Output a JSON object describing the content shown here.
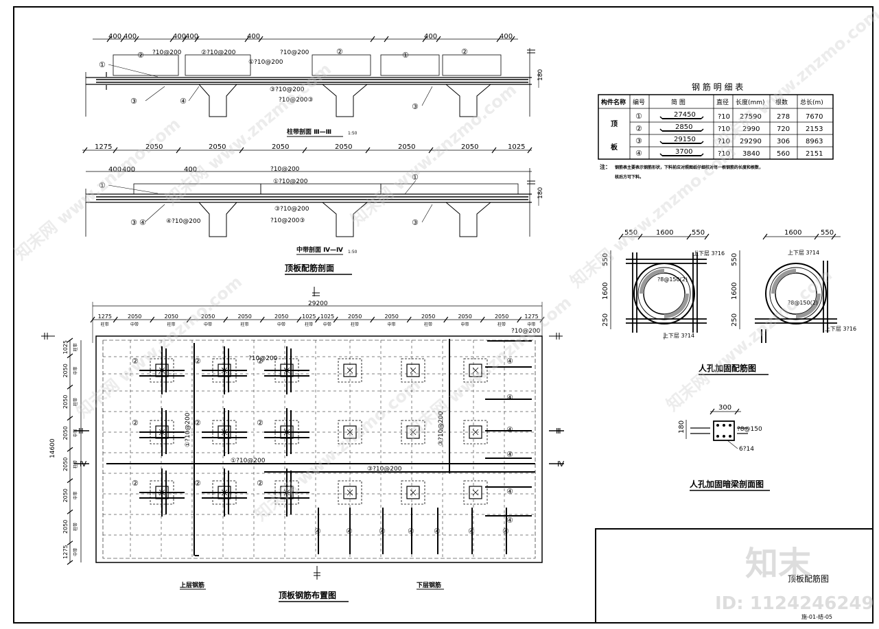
{
  "section_top": {
    "dims_top": [
      "400",
      "400",
      "400",
      "400",
      "400",
      "400",
      "400"
    ],
    "bars": [
      "①",
      "②",
      "?10@200",
      "②?10@200",
      "①?10@200",
      "?10@200",
      "②",
      "①",
      "②",
      "③",
      "④",
      "③?10@200",
      "?10@200③",
      "③"
    ],
    "thickness": "180",
    "title": "柱带剖面 Ⅲ—Ⅲ",
    "scale": "1:50"
  },
  "section_mid": {
    "spans": [
      "1275",
      "2050",
      "2050",
      "2050",
      "2050",
      "2050",
      "2050",
      "1025"
    ],
    "dims_top": [
      "400",
      "400",
      "400"
    ],
    "bars": [
      "?10@200",
      "①?10@200",
      "①",
      "①",
      "③",
      "④",
      "④?10@200",
      "③?10@200",
      "?10@200③",
      "③"
    ],
    "thickness": "180",
    "title": "中带剖面 Ⅳ—Ⅳ",
    "scale": "1:50"
  },
  "section_caption": "顶板配筋剖面",
  "table": {
    "title": "钢 筋 明 细 表",
    "headers": [
      "构件名称",
      "编号",
      "简 图",
      "直径",
      "长度(mm)",
      "根数",
      "总长(m)"
    ],
    "member": [
      "顶",
      "板"
    ],
    "rows": [
      {
        "no": "①",
        "sketch": "27450",
        "dia": "?10",
        "len": "27590",
        "count": "278",
        "total": "7670"
      },
      {
        "no": "②",
        "sketch": "2850",
        "dia": "?10",
        "len": "2990",
        "count": "720",
        "total": "2153"
      },
      {
        "no": "③",
        "sketch": "29150",
        "dia": "?10",
        "len": "29290",
        "count": "306",
        "total": "8963"
      },
      {
        "no": "④",
        "sketch": "3700",
        "dia": "?10",
        "len": "3840",
        "count": "560",
        "total": "2151"
      }
    ],
    "note_label": "注：",
    "note_line1": "钢筋表主要表示钢筋形状，下料前应对照图纸仔细核对每一根钢筋的长度和根数，",
    "note_line2": "核后方可下料。"
  },
  "manhole": {
    "dims_left": [
      "550",
      "1600",
      "550"
    ],
    "dims_right": [
      "1600",
      "550"
    ],
    "side_dims": [
      "550",
      "1600",
      "250"
    ],
    "labels_left": [
      "上下层 3?16",
      "?8@150(2)",
      "上下层 3?14"
    ],
    "labels_right": [
      "上下层 3?14",
      "?8@150(2)",
      "上下层 3?16"
    ],
    "caption": "人孔加固配筋图"
  },
  "beam": {
    "width": "300",
    "height": "180",
    "stirrup": "?8@150",
    "bars": "6?14",
    "caption": "人孔加固暗梁剖面图"
  },
  "plan": {
    "total": "29200",
    "spans": [
      "1275",
      "2050",
      "2050",
      "2050",
      "2050",
      "2050",
      "1025",
      "1025",
      "2050",
      "2050",
      "2050",
      "2050",
      "2050",
      "1275"
    ],
    "strip_labels": [
      "柱带",
      "中带"
    ],
    "side_total": "14600",
    "side_spans": [
      "1025",
      "2050",
      "2050",
      "2050",
      "2050",
      "2050",
      "2050",
      "1275"
    ],
    "cut_labels": [
      "Ⅲ",
      "Ⅳ"
    ],
    "bar_labels": [
      "②",
      "?10@200",
      "①?10@200",
      "③?10@200",
      "④"
    ],
    "left_label": "上层钢筋",
    "right_label": "下层钢筋",
    "caption": "顶板钢筋布置图"
  },
  "titleblock": {
    "drawing_name": "顶板配筋图",
    "drawing_no": "施-01-结-05"
  },
  "watermark": {
    "logo": "知末",
    "id": "ID: 1124246249",
    "site": "www.znzmo.com",
    "brand": "知末网"
  }
}
